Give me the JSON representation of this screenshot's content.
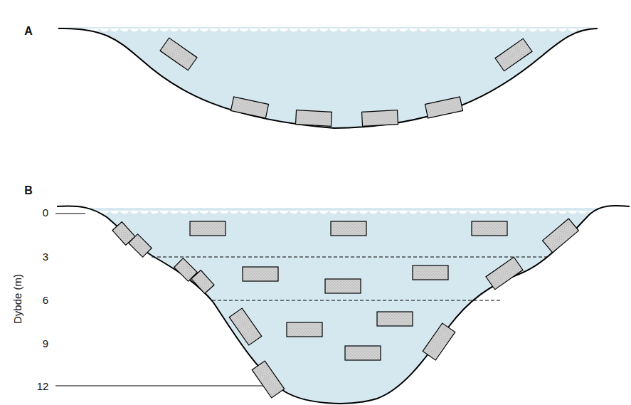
{
  "diagram": {
    "labels": [
      "A",
      "B",
      "Dybde (m)",
      "0",
      "3",
      "6",
      "9",
      "12"
    ]
  }
}
